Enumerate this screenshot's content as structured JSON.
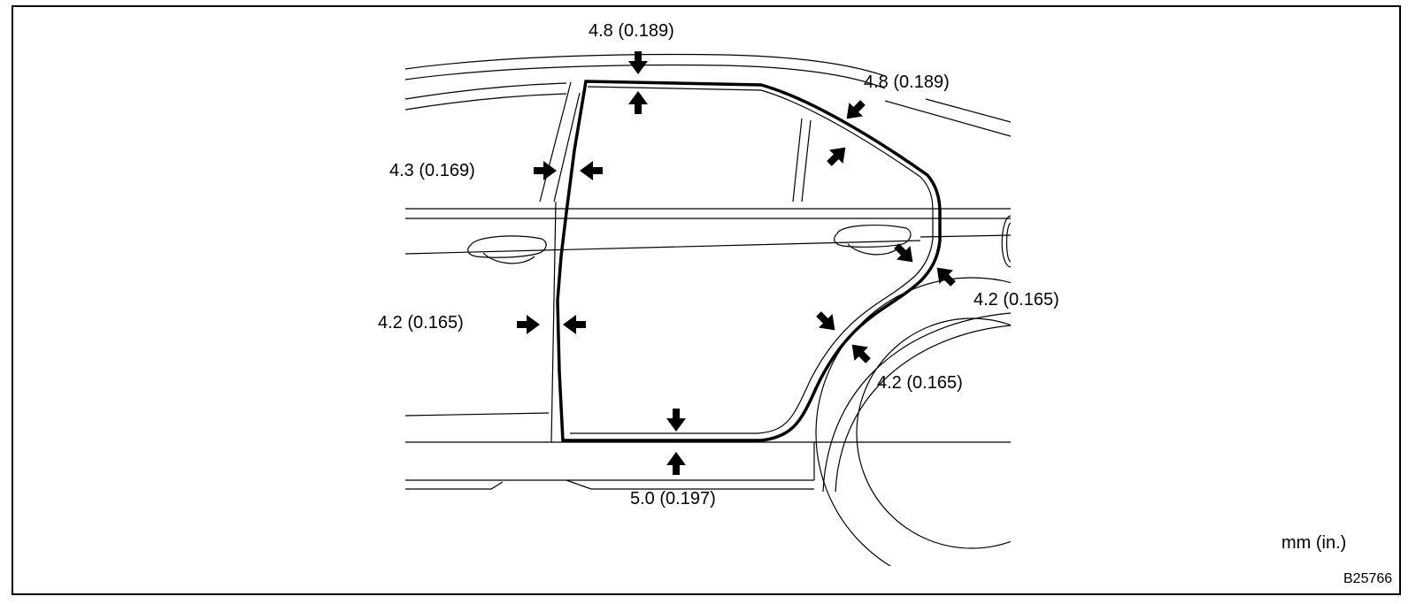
{
  "measurements": {
    "roof_top": "4.8 (0.189)",
    "roof_rear": "4.8 (0.189)",
    "pillar_upper": "4.3 (0.169)",
    "front_edge": "4.2 (0.165)",
    "rear_upper": "4.2 (0.165)",
    "rear_lower": "4.2 (0.165)",
    "bottom": "5.0 (0.197)"
  },
  "units_label": "mm (in.)",
  "figure_code": "B25766",
  "colors": {
    "line": "#000000",
    "background": "#ffffff"
  }
}
